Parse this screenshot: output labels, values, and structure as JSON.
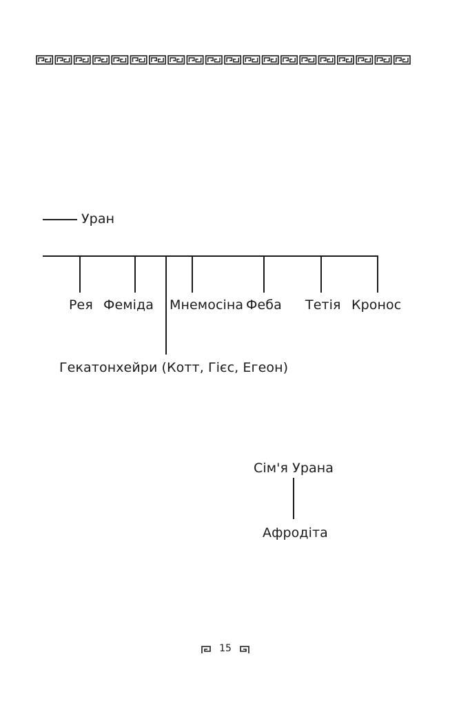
{
  "ornament": {
    "top_border": "greek-key-icon",
    "repeat_count": 20
  },
  "tree": {
    "root": {
      "label": "Уран"
    },
    "children": [
      {
        "id": "reia",
        "label": "Рея"
      },
      {
        "id": "femida",
        "label": "Феміда"
      },
      {
        "id": "hekatonkheiry",
        "label": "Гекатонхейри (Котт, Гієс, Егеон)"
      },
      {
        "id": "mnemosina",
        "label": "Мнемосіна"
      },
      {
        "id": "feba",
        "label": "Феба"
      },
      {
        "id": "tetiia",
        "label": "Тетія"
      },
      {
        "id": "kronos",
        "label": "Кронос"
      }
    ]
  },
  "sub_tree": {
    "parent": {
      "label": "Сім'я Урана"
    },
    "child": {
      "label": "Афродіта"
    }
  },
  "footer": {
    "page_number": "15"
  }
}
